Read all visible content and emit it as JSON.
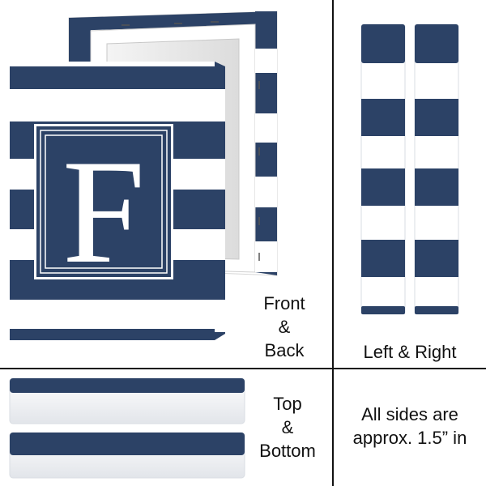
{
  "colors": {
    "navy": "#2c4266",
    "white": "#ffffff",
    "edge": "#e9ecef",
    "divider": "#111111",
    "text": "#111111"
  },
  "panels": {
    "front_back": {
      "label_line1": "Front",
      "label_line2": "&",
      "label_line3": "Back"
    },
    "left_right": {
      "label": "Left & Right"
    },
    "top_bottom": {
      "label_line1": "Top",
      "label_line2": "&",
      "label_line3": "Bottom"
    },
    "note": {
      "line1": "All sides are",
      "line2": "approx. 1.5” in"
    }
  },
  "canvas_front": {
    "monogram": "F",
    "monogram_icon": "framed-letter-monogram"
  }
}
